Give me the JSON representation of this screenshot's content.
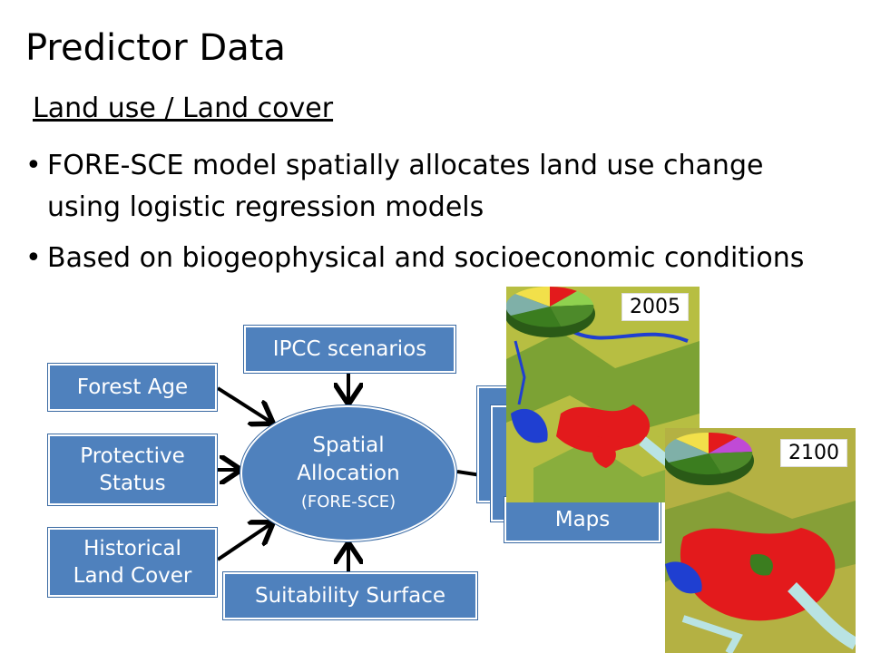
{
  "slide": {
    "title": "Predictor Data",
    "subtitle": "Land use / Land cover",
    "bullets": [
      "FORE-SCE model spatially allocates land use change using logistic regression models",
      "Based on biogeophysical and socioeconomic conditions"
    ]
  },
  "diagram": {
    "inputs": {
      "forest_age": "Forest Age",
      "protective_status": "Protective Status",
      "historical_land_cover": "Historical Land Cover",
      "ipcc": "IPCC scenarios",
      "suitability": "Suitability Surface"
    },
    "center": {
      "line1": "Spatial",
      "line2": "Allocation",
      "line3": "(FORE-SCE)"
    },
    "output": "Maps",
    "years": [
      "2005",
      "2100"
    ]
  },
  "colors": {
    "box_fill": "#4f81bd",
    "urban_red": "#e31a1c",
    "water_blue": "#1f3fd1",
    "forest_green": "#4d8a2a",
    "agri_yellow": "#d6c43a"
  }
}
